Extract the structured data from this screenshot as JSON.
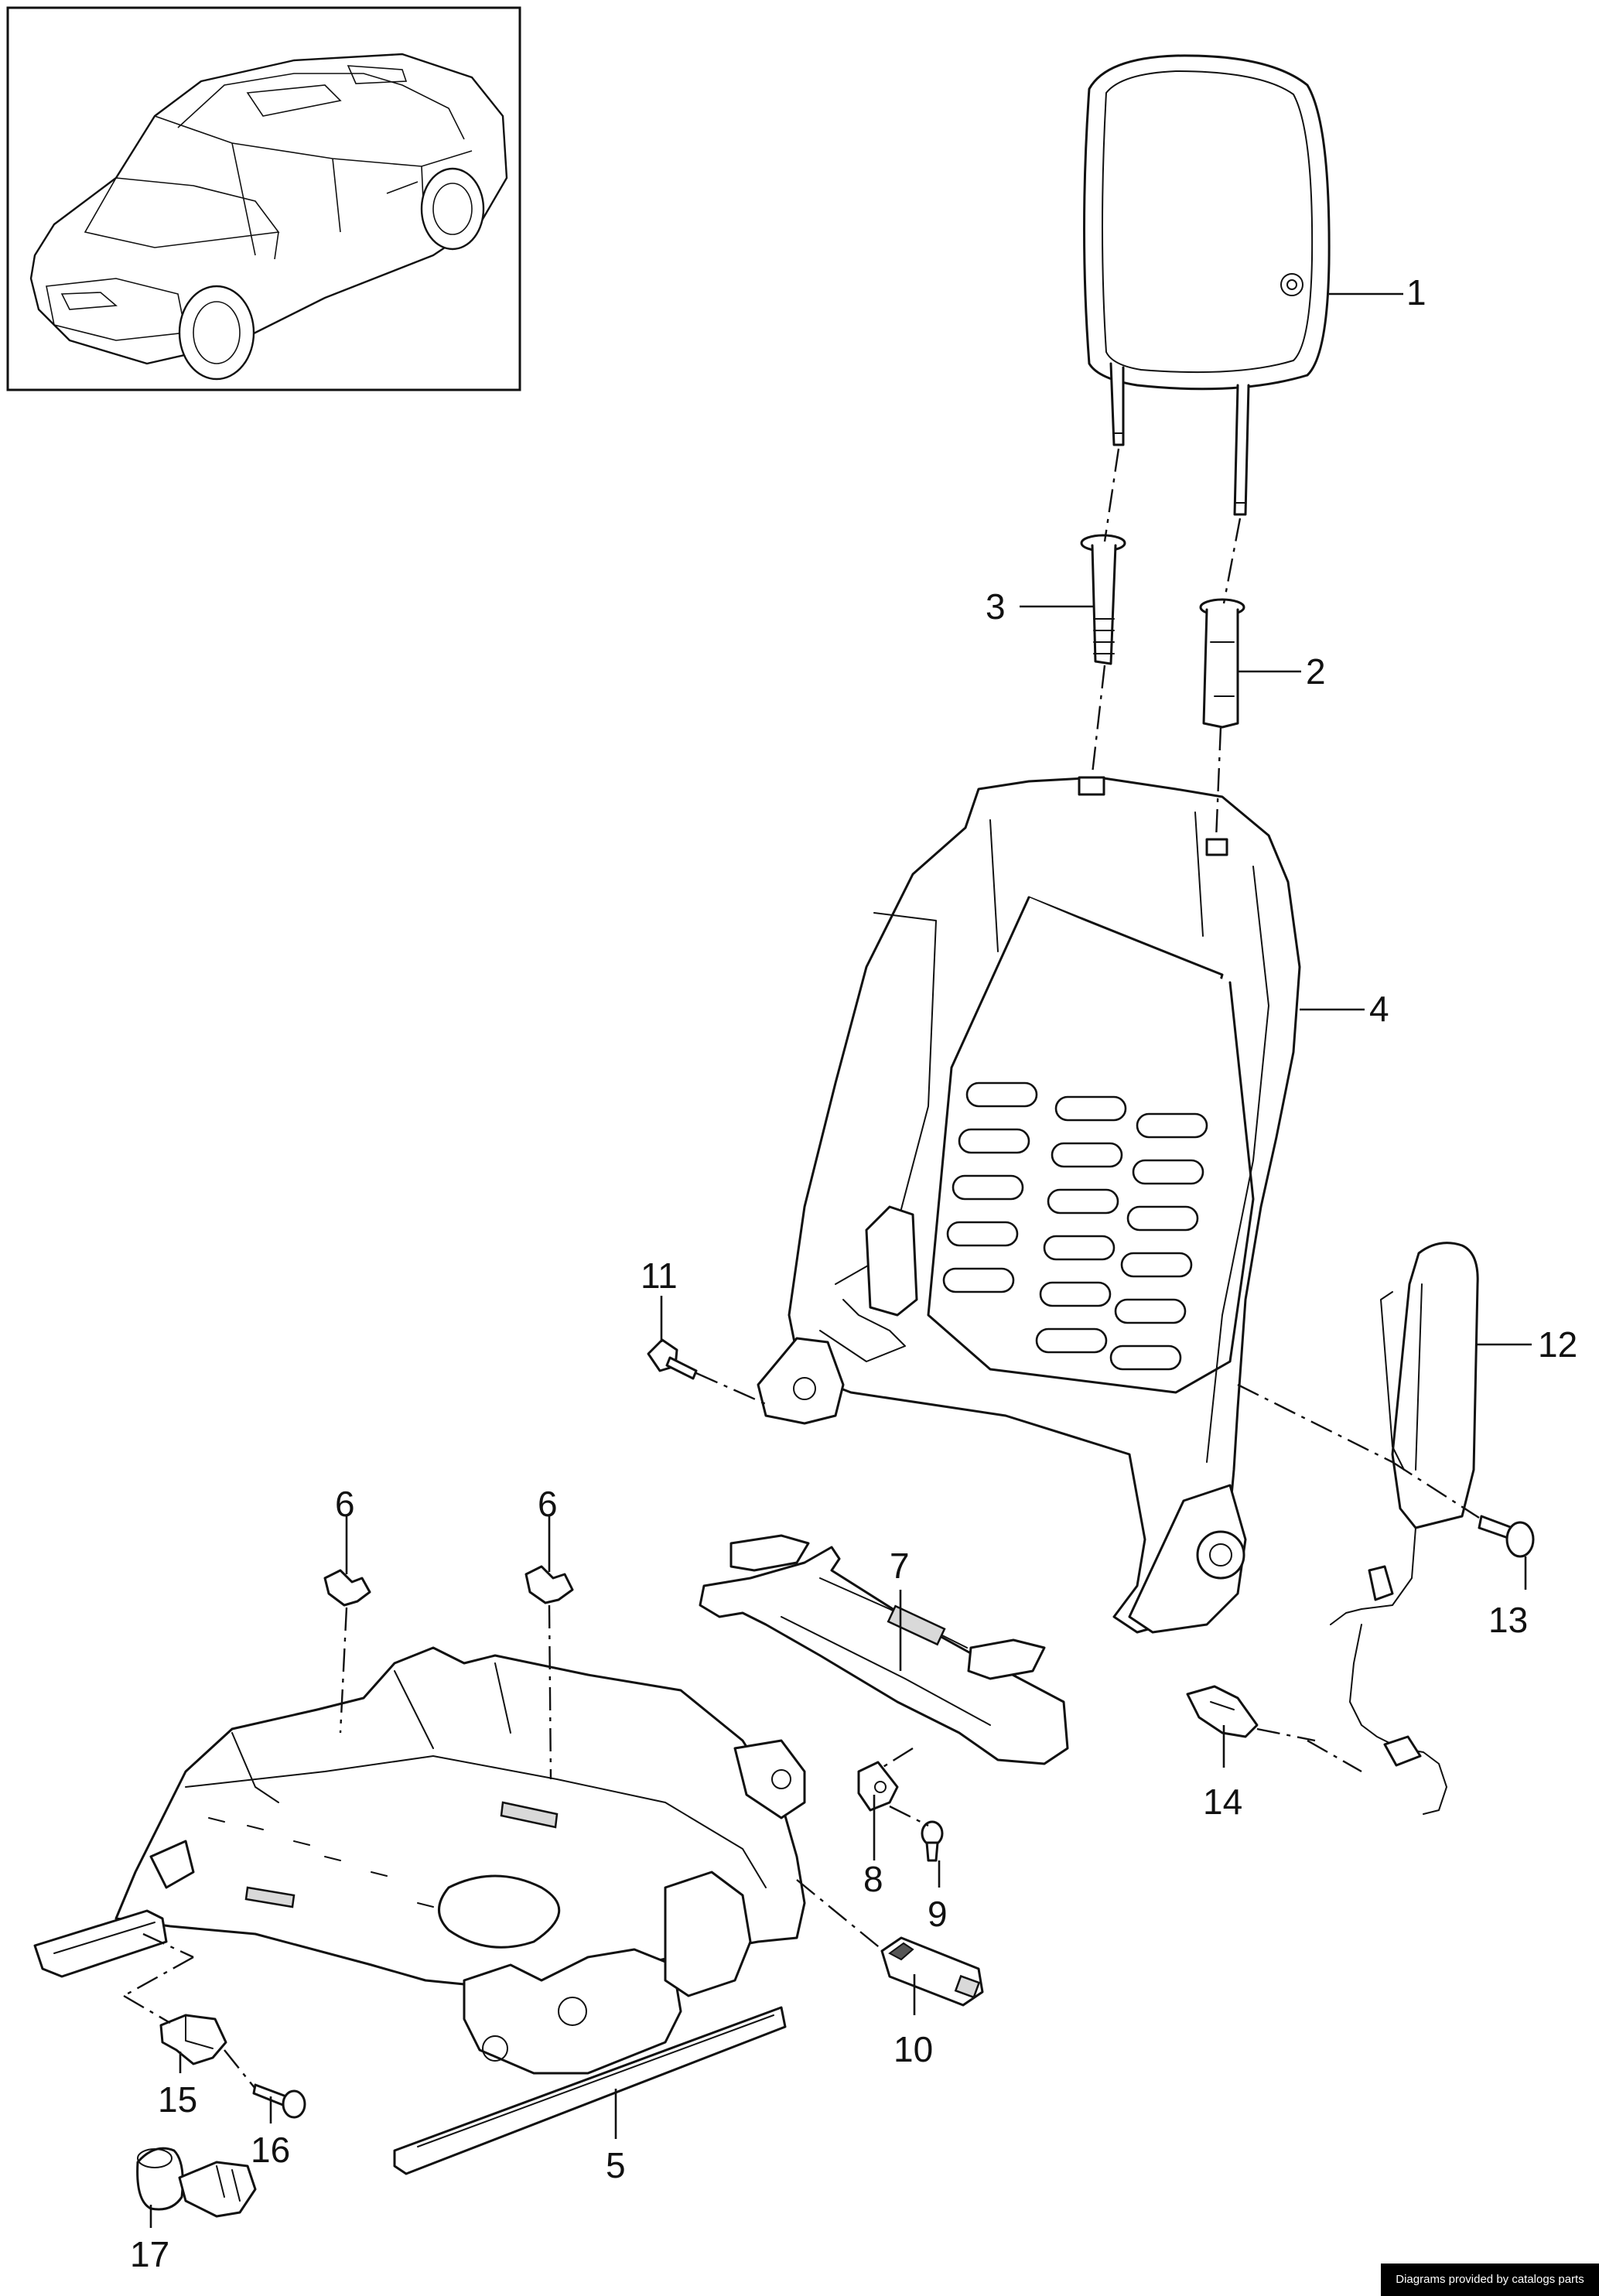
{
  "callouts": [
    {
      "id": "1",
      "label": "1"
    },
    {
      "id": "2",
      "label": "2"
    },
    {
      "id": "3",
      "label": "3"
    },
    {
      "id": "4",
      "label": "4"
    },
    {
      "id": "5",
      "label": "5"
    },
    {
      "id": "6a",
      "label": "6"
    },
    {
      "id": "6b",
      "label": "6"
    },
    {
      "id": "7",
      "label": "7"
    },
    {
      "id": "8",
      "label": "8"
    },
    {
      "id": "9",
      "label": "9"
    },
    {
      "id": "10",
      "label": "10"
    },
    {
      "id": "11",
      "label": "11"
    },
    {
      "id": "12",
      "label": "12"
    },
    {
      "id": "13",
      "label": "13"
    },
    {
      "id": "14",
      "label": "14"
    },
    {
      "id": "15",
      "label": "15"
    },
    {
      "id": "16",
      "label": "16"
    },
    {
      "id": "17",
      "label": "17"
    }
  ],
  "credit": "Diagrams provided by catalogs parts"
}
